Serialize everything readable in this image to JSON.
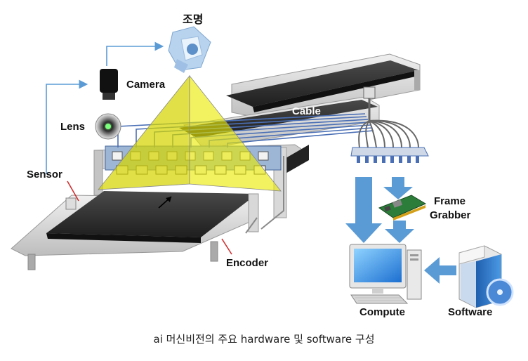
{
  "labels": {
    "lighting": "조명",
    "camera": "Camera",
    "lens": "Lens",
    "sensor": "Sensor",
    "cable": "Cable",
    "frame_grabber_line1": "Frame",
    "frame_grabber_line2": "Grabber",
    "encoder": "Encoder",
    "compute": "Compute",
    "software": "Software"
  },
  "caption": "ai 머신비전의 주요 hardware 및 software 구성",
  "colors": {
    "arrow_blue": "#5b9bd5",
    "belt_dark": "#2b2b2b",
    "frame_gray": "#d9d9d9",
    "cone_yellow": "#e6e600",
    "connector_blue": "#4a6fb5"
  }
}
